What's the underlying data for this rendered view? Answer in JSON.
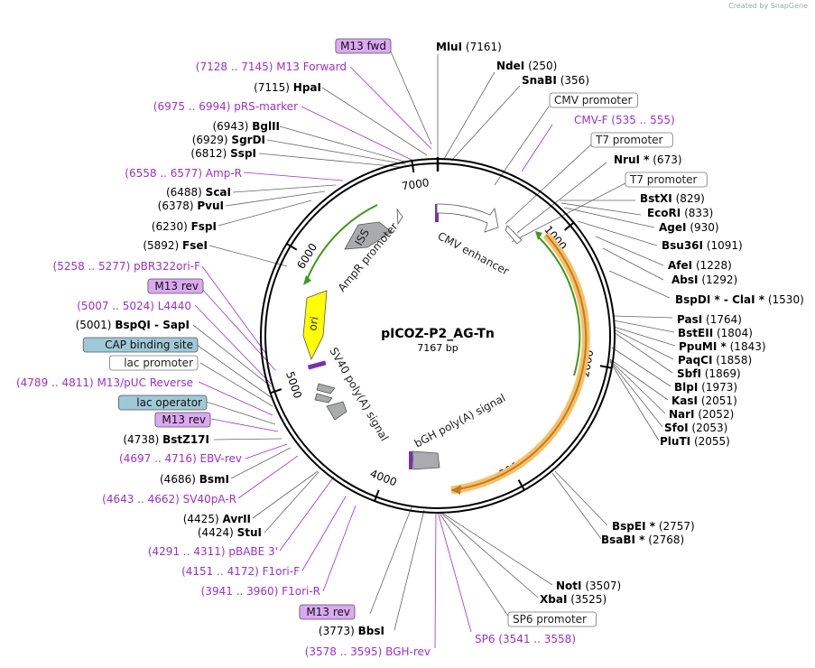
{
  "watermark": "Created by SnapGene",
  "plasmid": {
    "name": "pICOZ-P2_AG-Tn",
    "length_label": "7167 bp",
    "length": 7167
  },
  "colors": {
    "primer": "#9b30d0",
    "backbone": "#000000",
    "ori": "#ffff00",
    "orf_orange": "#f5a623",
    "arrow_green": "#3d9a1d"
  },
  "ticks": [
    "1000",
    "2000",
    "3000",
    "4000",
    "5000",
    "6000",
    "7000"
  ],
  "right_labels": [
    {
      "name": "MluI",
      "pos": "(7161)"
    },
    {
      "name": "NdeI",
      "pos": "(250)"
    },
    {
      "name": "SnaBI",
      "pos": "(356)"
    },
    {
      "name": "CMV promoter",
      "pos": "",
      "box": true
    },
    {
      "name": "CMV-F",
      "pos": "(535 .. 555)",
      "primer": true
    },
    {
      "name": "T7 promoter",
      "pos": "",
      "box": true
    },
    {
      "name": "NruI *",
      "pos": "(673)"
    },
    {
      "name": "T7 promoter",
      "pos": "",
      "box": true
    },
    {
      "name": "BstXI",
      "pos": "(829)"
    },
    {
      "name": "EcoRI",
      "pos": "(833)"
    },
    {
      "name": "AgeI",
      "pos": "(930)"
    },
    {
      "name": "Bsu36I",
      "pos": "(1091)"
    },
    {
      "name": "AfeI",
      "pos": "(1228)"
    },
    {
      "name": "AbsI",
      "pos": "(1292)"
    },
    {
      "name": "BspDI * - ClaI *",
      "pos": "(1530)"
    },
    {
      "name": "PasI",
      "pos": "(1764)"
    },
    {
      "name": "BstEII",
      "pos": "(1804)"
    },
    {
      "name": "PpuMI *",
      "pos": "(1843)"
    },
    {
      "name": "PaqCI",
      "pos": "(1858)"
    },
    {
      "name": "SbfI",
      "pos": "(1869)"
    },
    {
      "name": "BlpI",
      "pos": "(1973)"
    },
    {
      "name": "KasI",
      "pos": "(2051)"
    },
    {
      "name": "NarI",
      "pos": "(2052)"
    },
    {
      "name": "SfoI",
      "pos": "(2053)"
    },
    {
      "name": "PluTI",
      "pos": "(2055)"
    },
    {
      "name": "BspEI *",
      "pos": "(2757)"
    },
    {
      "name": "BsaBI *",
      "pos": "(2768)"
    },
    {
      "name": "NotI",
      "pos": "(3507)"
    },
    {
      "name": "XbaI",
      "pos": "(3525)"
    },
    {
      "name": "SP6 promoter",
      "pos": "",
      "box": true
    },
    {
      "name": "SP6",
      "pos": "(3541 .. 3558)",
      "primer": true
    }
  ],
  "left_labels": [
    {
      "name": "M13 fwd",
      "pos": "",
      "box": "primer"
    },
    {
      "name": "M13 Forward",
      "pos": "(7128 .. 7145)",
      "primer": true
    },
    {
      "name": "HpaI",
      "pos": "(7115)"
    },
    {
      "name": "pRS-marker",
      "pos": "(6975 .. 6994)",
      "primer": true
    },
    {
      "name": "BglII",
      "pos": "(6943)"
    },
    {
      "name": "SgrDI",
      "pos": "(6929)"
    },
    {
      "name": "SspI",
      "pos": "(6812)"
    },
    {
      "name": "Amp-R",
      "pos": "(6558 .. 6577)",
      "primer": true
    },
    {
      "name": "ScaI",
      "pos": "(6488)"
    },
    {
      "name": "PvuI",
      "pos": "(6378)"
    },
    {
      "name": "FspI",
      "pos": "(6230)"
    },
    {
      "name": "FseI",
      "pos": "(5892)"
    },
    {
      "name": "pBR322ori-F",
      "pos": "(5258 .. 5277)",
      "primer": true
    },
    {
      "name": "M13 rev",
      "pos": "",
      "box": "primer"
    },
    {
      "name": "L4440",
      "pos": "(5007 .. 5024)",
      "primer": true
    },
    {
      "name": "BspQI - SapI",
      "pos": "(5001)"
    },
    {
      "name": "CAP binding site",
      "pos": "",
      "box": "blue"
    },
    {
      "name": "lac promoter",
      "pos": "",
      "box": true
    },
    {
      "name": "M13/pUC Reverse",
      "pos": "(4789 .. 4811)",
      "primer": true
    },
    {
      "name": "lac operator",
      "pos": "",
      "box": "blue"
    },
    {
      "name": "M13 rev",
      "pos": "",
      "box": "primer"
    },
    {
      "name": "BstZ17I",
      "pos": "(4738)"
    },
    {
      "name": "EBV-rev",
      "pos": "(4697 .. 4716)",
      "primer": true
    },
    {
      "name": "BsmI",
      "pos": "(4686)"
    },
    {
      "name": "SV40pA-R",
      "pos": "(4643 .. 4662)",
      "primer": true
    },
    {
      "name": "AvrII",
      "pos": "(4425)"
    },
    {
      "name": "StuI",
      "pos": "(4424)"
    },
    {
      "name": "pBABE 3'",
      "pos": "(4291 .. 4311)",
      "primer": true
    },
    {
      "name": "F1ori-F",
      "pos": "(4151 .. 4172)",
      "primer": true
    },
    {
      "name": "F1ori-R",
      "pos": "(3941 .. 3960)",
      "primer": true
    },
    {
      "name": "M13 rev",
      "pos": "",
      "box": "primer"
    },
    {
      "name": "BbsI",
      "pos": "(3773)"
    },
    {
      "name": "BGH-rev",
      "pos": "(3578 .. 3595)",
      "primer": true
    }
  ],
  "features": {
    "cmv_enhancer": "CMV enhancer",
    "ampr_promoter": "AmpR promoter",
    "iss": "ISS",
    "ori": "ori",
    "sv40": "SV40 poly(A) signal",
    "bgh": "bGH poly(A) signal"
  }
}
